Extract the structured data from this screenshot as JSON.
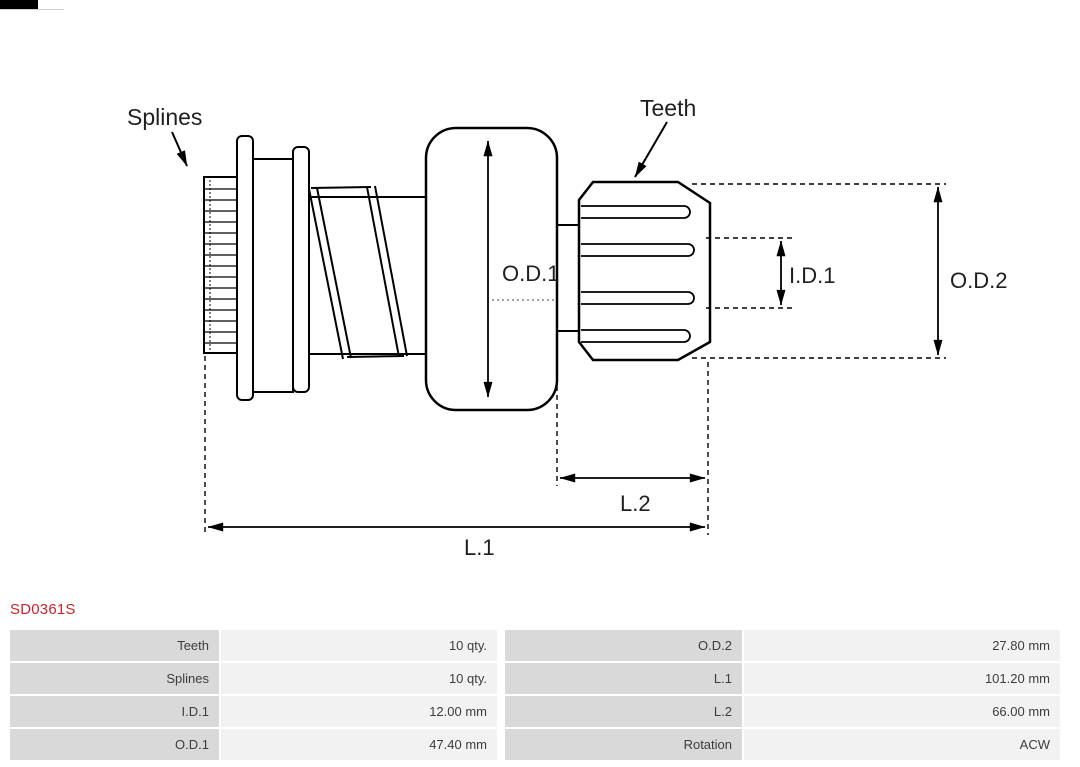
{
  "part_number": "SD0361S",
  "diagram_labels": {
    "splines": "Splines",
    "teeth": "Teeth",
    "od1": "O.D.1",
    "id1": "I.D.1",
    "od2": "O.D.2",
    "l2": "L.2",
    "l1": "L.1"
  },
  "spec_table": {
    "rows": [
      [
        "Teeth",
        "10 qty.",
        "O.D.2",
        "27.80 mm"
      ],
      [
        "Splines",
        "10 qty.",
        "L.1",
        "101.20 mm"
      ],
      [
        "I.D.1",
        "12.00 mm",
        "L.2",
        "66.00 mm"
      ],
      [
        "O.D.1",
        "47.40 mm",
        "Rotation",
        "ACW"
      ]
    ]
  },
  "colors": {
    "part_number_red": "#cc2229",
    "table_label_bg": "#d9d9d9",
    "table_value_bg": "#f2f2f2",
    "line": "#000000"
  }
}
